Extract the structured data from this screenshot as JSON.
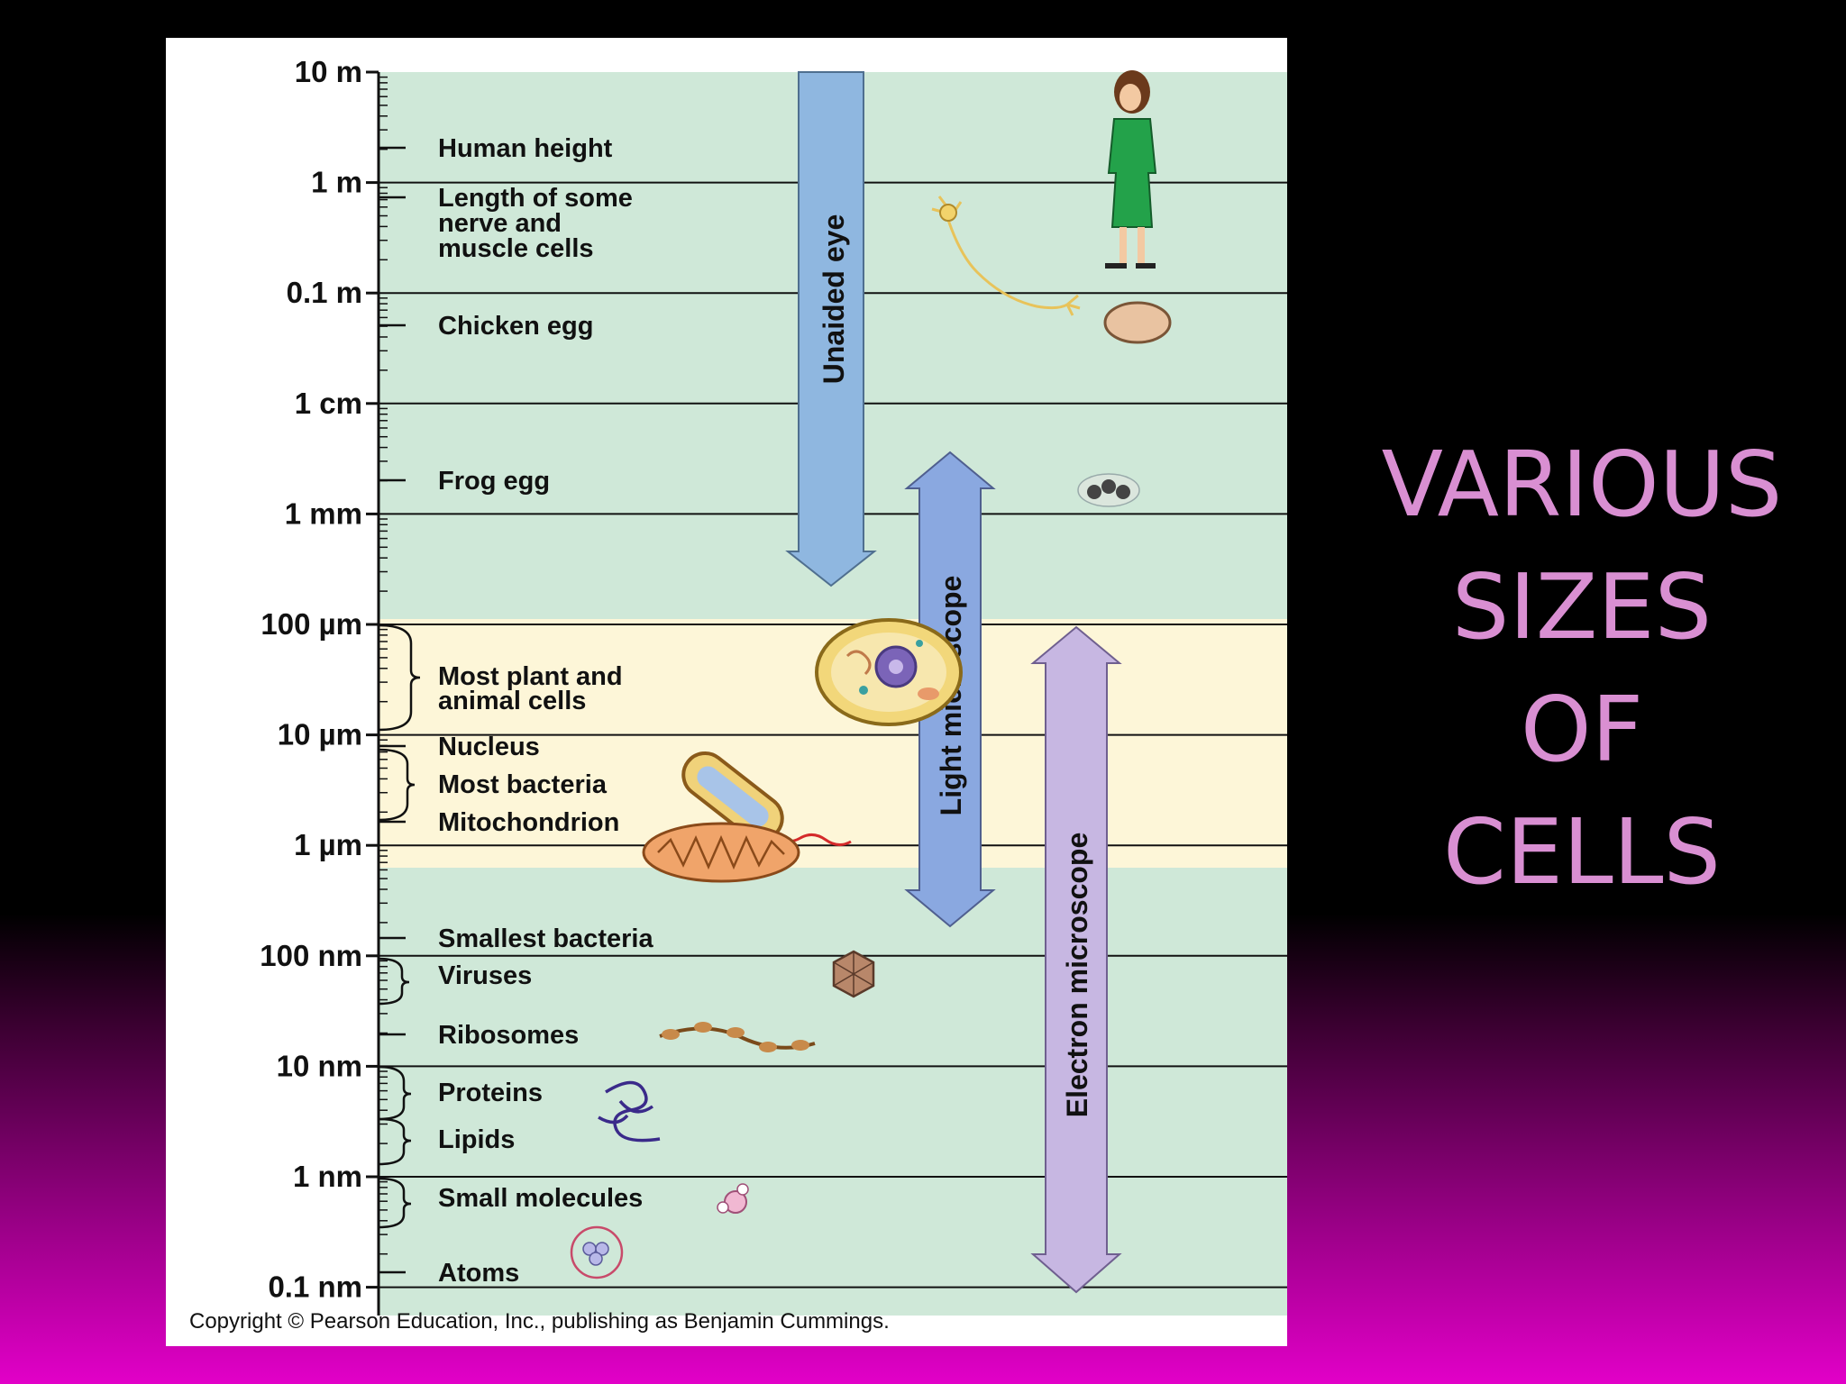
{
  "slide": {
    "title_lines": [
      "VARIOUS",
      "SIZES",
      "OF",
      "CELLS"
    ]
  },
  "diagram": {
    "scale_labels": [
      "10 m",
      "1 m",
      "0.1 m",
      "1 cm",
      "1 mm",
      "100 µm",
      "10 µm",
      "1 µm",
      "100 nm",
      "10 nm",
      "1 nm",
      "0.1 nm"
    ],
    "items": [
      {
        "text": [
          "Human height"
        ],
        "marker": "tick"
      },
      {
        "text": [
          "Length of some",
          "nerve and",
          "muscle cells"
        ],
        "marker": "tick"
      },
      {
        "text": [
          "Chicken egg"
        ],
        "marker": "tick"
      },
      {
        "text": [
          "Frog egg"
        ],
        "marker": "tick"
      },
      {
        "text": [
          "Most plant and",
          "animal cells"
        ],
        "marker": "bracket"
      },
      {
        "text": [
          "Nucleus"
        ],
        "marker": "tick"
      },
      {
        "text": [
          "Most bacteria"
        ],
        "marker": "bracket"
      },
      {
        "text": [
          "Mitochondrion"
        ],
        "marker": "tick"
      },
      {
        "text": [
          "Smallest bacteria"
        ],
        "marker": "tick"
      },
      {
        "text": [
          "Viruses"
        ],
        "marker": "bracket"
      },
      {
        "text": [
          "Ribosomes"
        ],
        "marker": "tick"
      },
      {
        "text": [
          "Proteins"
        ],
        "marker": "bracket"
      },
      {
        "text": [
          "Lipids"
        ],
        "marker": "bracket"
      },
      {
        "text": [
          "Small molecules"
        ],
        "marker": "bracket"
      },
      {
        "text": [
          "Atoms"
        ],
        "marker": "tick"
      }
    ],
    "ranges": [
      {
        "label": "Unaided eye",
        "from": "10 m",
        "to": "100 µm",
        "color": "#8fb7e0"
      },
      {
        "label": "Light microscope",
        "from": "1 mm",
        "to": "100 nm",
        "color": "#8aa8e0"
      },
      {
        "label": "Electron microscope",
        "from": "100 µm",
        "to": "0.1 nm",
        "color": "#c7b7e2"
      }
    ],
    "icons": [
      "woman-icon",
      "nerve-cell-icon",
      "chicken-egg-icon",
      "frog-eggs-icon",
      "animal-cell-icon",
      "bacterium-icon",
      "mitochondrion-icon",
      "virus-icon",
      "ribosomes-icon",
      "protein-icon",
      "small-molecule-icon",
      "atom-icon"
    ],
    "colors": {
      "band": "#cfe8d8",
      "cell_band": "#fdf6d8"
    },
    "copyright": "Copyright © Pearson Education, Inc., publishing as Benjamin Cummings."
  }
}
